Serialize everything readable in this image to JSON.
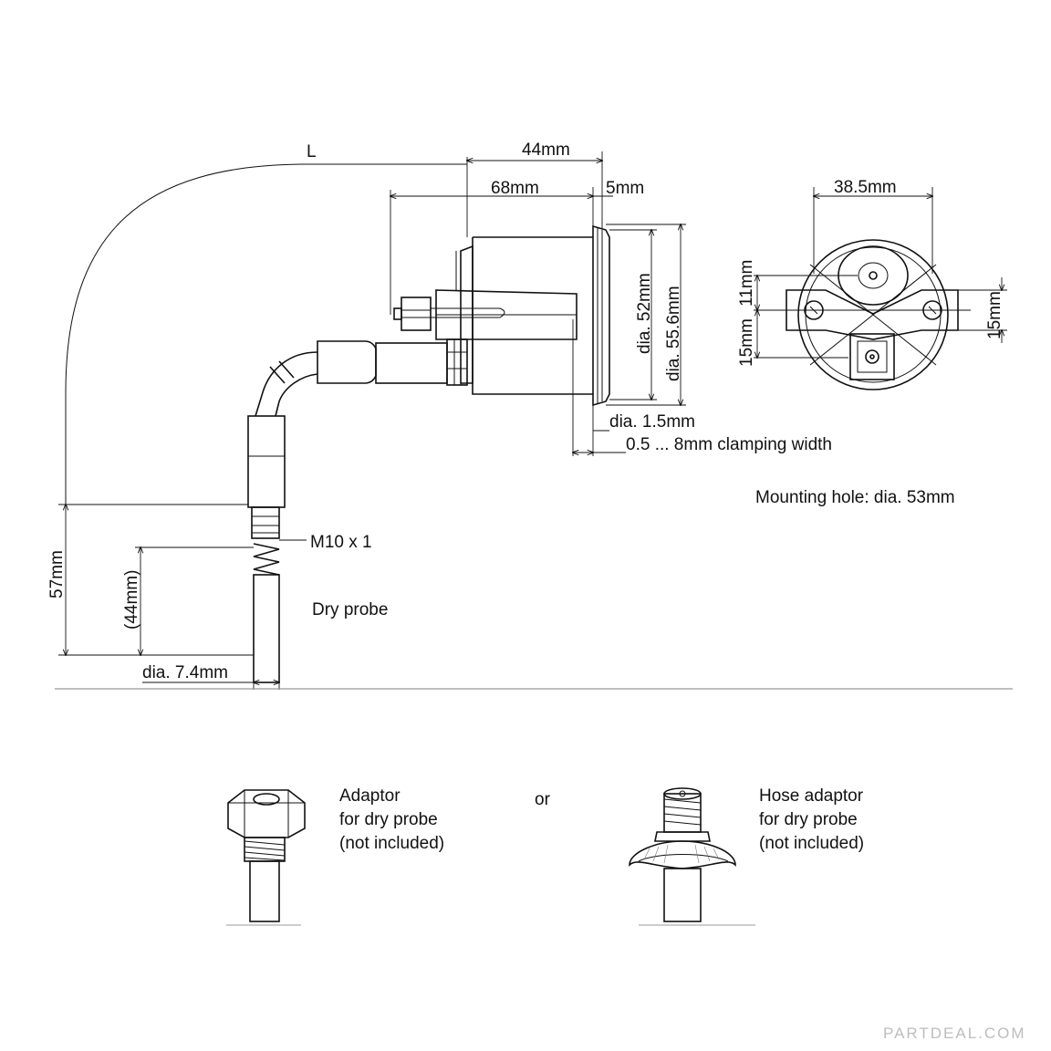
{
  "labels": {
    "L": "L",
    "dim_44mm_top": "44mm",
    "dim_68mm": "68mm",
    "dim_5mm": "5mm",
    "dim_dia52": "dia. 52mm",
    "dim_dia55_6": "dia. 55.6mm",
    "dim_dia1_5": "dia. 1.5mm",
    "dim_clamping": "0.5 ... 8mm clamping width",
    "dim_38_5": "38.5mm",
    "dim_11mm": "11mm",
    "dim_15mm_left": "15mm",
    "dim_15mm_right": "15mm",
    "mounting_hole": "Mounting hole: dia. 53mm",
    "thread": "M10 x 1",
    "dim_57mm": "57mm",
    "dim_44mm_paren": "(44mm)",
    "dry_probe": "Dry probe",
    "dim_dia7_4": "dia. 7.4mm",
    "or": "or"
  },
  "adaptors": [
    {
      "line1": "Adaptor",
      "line2": "for dry probe",
      "line3": "(not included)"
    },
    {
      "line1": "Hose adaptor",
      "line2": "for dry probe",
      "line3": "(not included)"
    }
  ],
  "watermark": "PARTDEAL.COM"
}
